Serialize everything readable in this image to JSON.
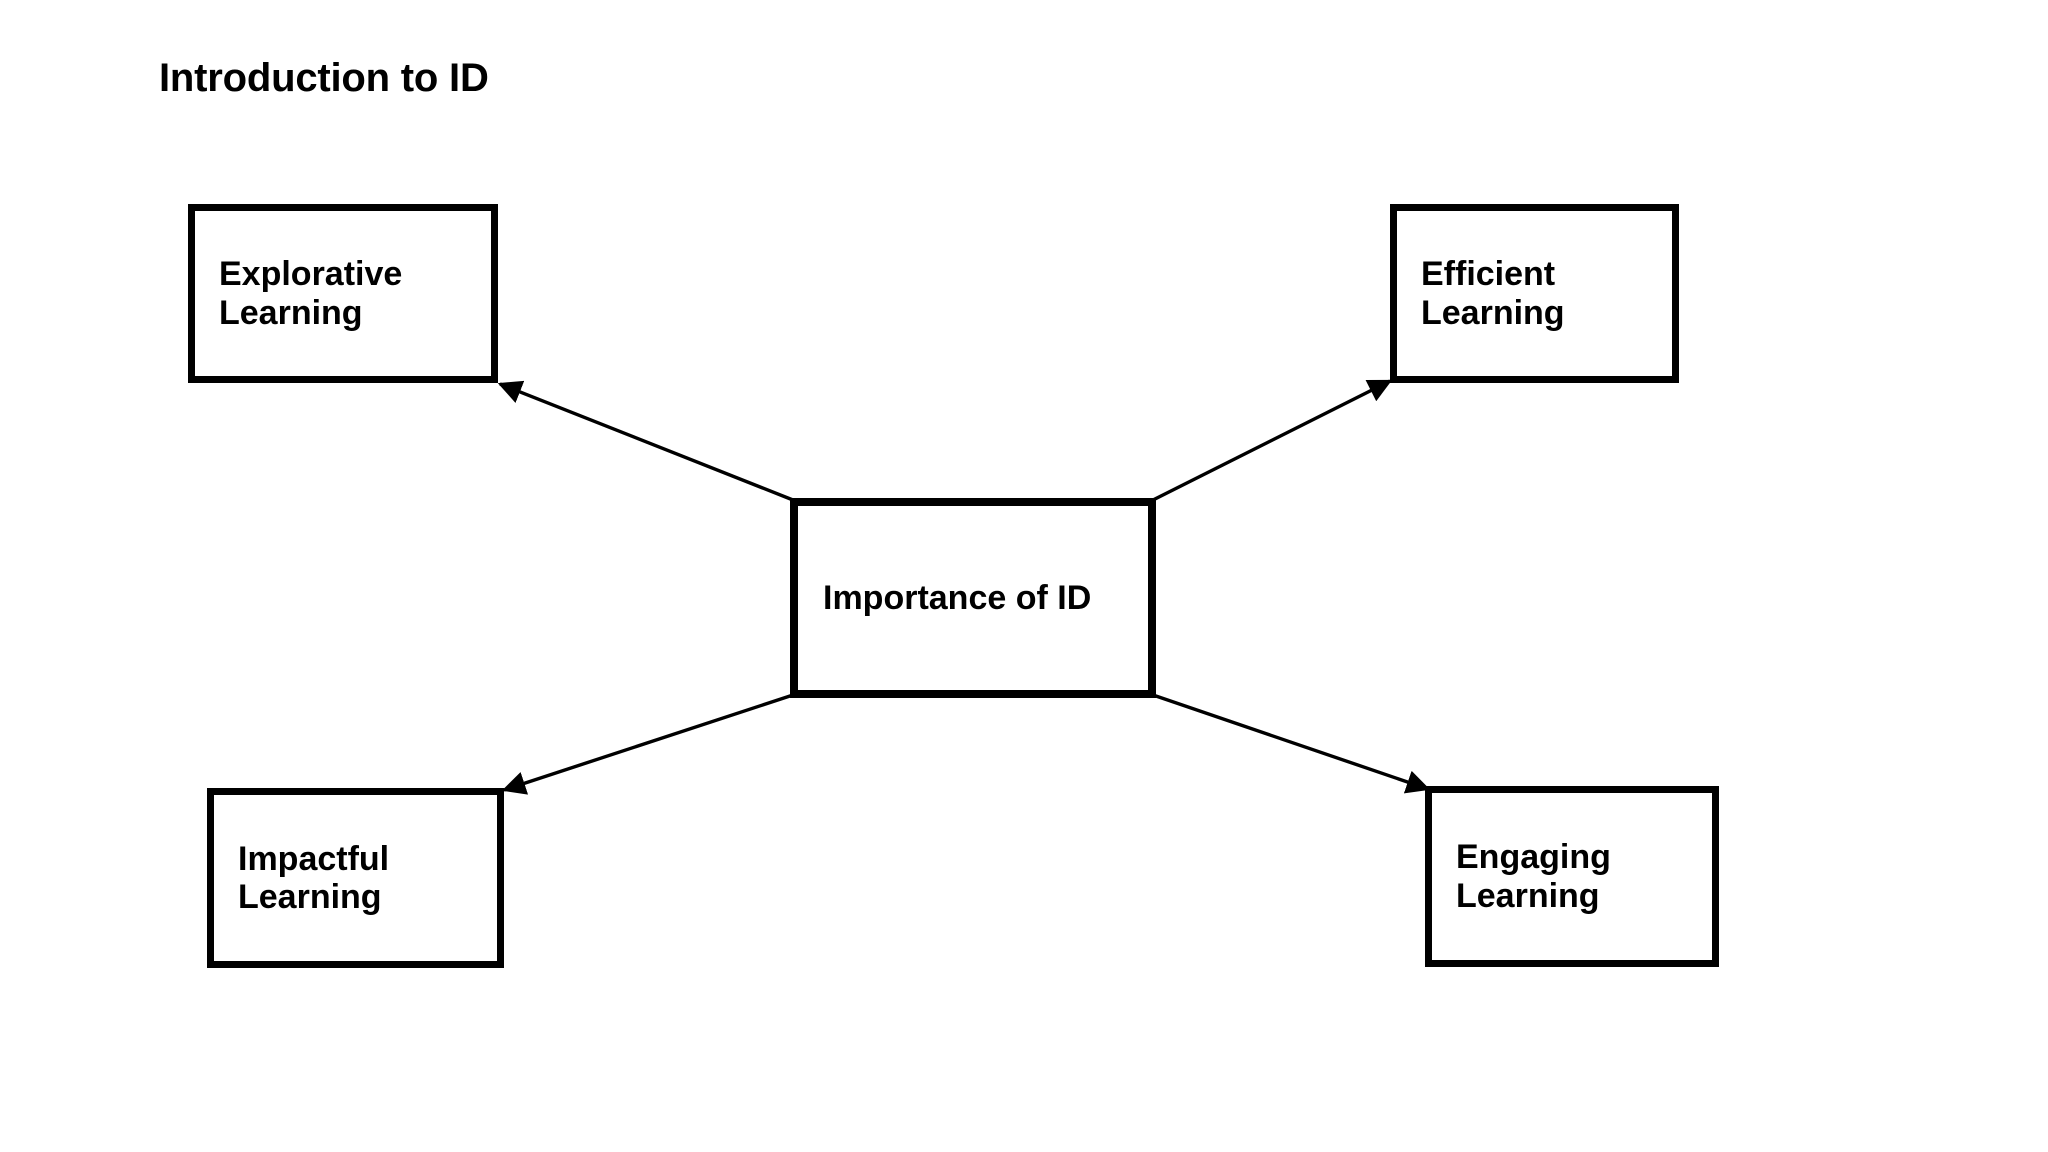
{
  "page": {
    "title": "Introduction to ID",
    "background_color": "#ffffff",
    "ink_color": "#000000"
  },
  "diagram": {
    "type": "concept-map",
    "center": {
      "id": "importance-of-id",
      "label": "Importance of ID"
    },
    "nodes": [
      {
        "id": "explorative-learning",
        "label": "Explorative\nLearning",
        "position": "top-left"
      },
      {
        "id": "efficient-learning",
        "label": "Efficient\nLearning",
        "position": "top-right"
      },
      {
        "id": "impactful-learning",
        "label": "Impactful\nLearning",
        "position": "bottom-left"
      },
      {
        "id": "engaging-learning",
        "label": "Engaging\nLearning",
        "position": "bottom-right"
      }
    ],
    "connectors": [
      {
        "from": "importance-of-id",
        "to": "explorative-learning",
        "arrowhead": "at-target"
      },
      {
        "from": "importance-of-id",
        "to": "efficient-learning",
        "arrowhead": "at-target"
      },
      {
        "from": "importance-of-id",
        "to": "impactful-learning",
        "arrowhead": "at-target"
      },
      {
        "from": "importance-of-id",
        "to": "engaging-learning",
        "arrowhead": "at-target"
      }
    ]
  }
}
